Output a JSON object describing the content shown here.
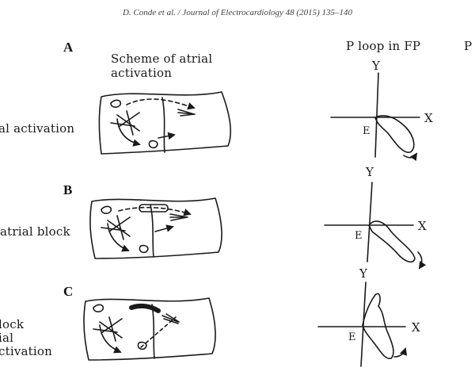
{
  "header": {
    "citation": "D. Conde et al. / Journal of Electrocardiology 48 (2015) 135–140"
  },
  "figure": {
    "column_titles": {
      "scheme": [
        "Scheme of atrial",
        "activation"
      ],
      "p_loop_fp": "P loop in FP",
      "p_loop_other": "P"
    },
    "panels": [
      {
        "letter": "A",
        "left_label": [
          "al activation"
        ]
      },
      {
        "letter": "B",
        "left_label": [
          "atrial block"
        ]
      },
      {
        "letter": "C",
        "left_label": [
          "lock",
          "ial",
          "ctivation"
        ]
      }
    ],
    "axis_labels": {
      "x": "X",
      "y": "Y",
      "e": "E"
    }
  }
}
